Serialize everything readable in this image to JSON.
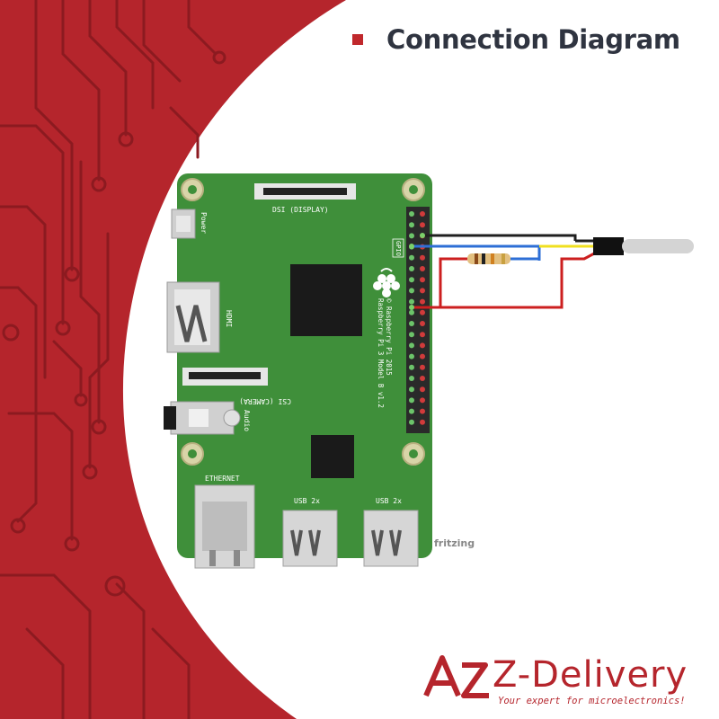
{
  "header": {
    "title": "Connection Diagram"
  },
  "board": {
    "model_text": "Raspberry Pi 3 Model B v1.2",
    "copyright_text": "© Raspberry Pi 2015",
    "labels": {
      "display": "DSI (DISPLAY)",
      "power": "Power",
      "hdmi": "HDMI",
      "camera": "CSI (CAMERA)",
      "audio": "Audio",
      "ethernet": "ETHERNET",
      "usb1": "USB 2x",
      "usb2": "USB 2x",
      "gpio": "GPIO"
    }
  },
  "software_label": "fritzing",
  "brand": {
    "name": "Z-Delivery",
    "tagline": "Your expert for microelectronics!"
  },
  "colors": {
    "background_red": "#b5252c",
    "board_green": "#3f8f3a",
    "wire_black": "#1f1f1f",
    "wire_blue": "#2e6fd6",
    "wire_yellow": "#f0e020",
    "wire_red": "#cc1f1f"
  }
}
